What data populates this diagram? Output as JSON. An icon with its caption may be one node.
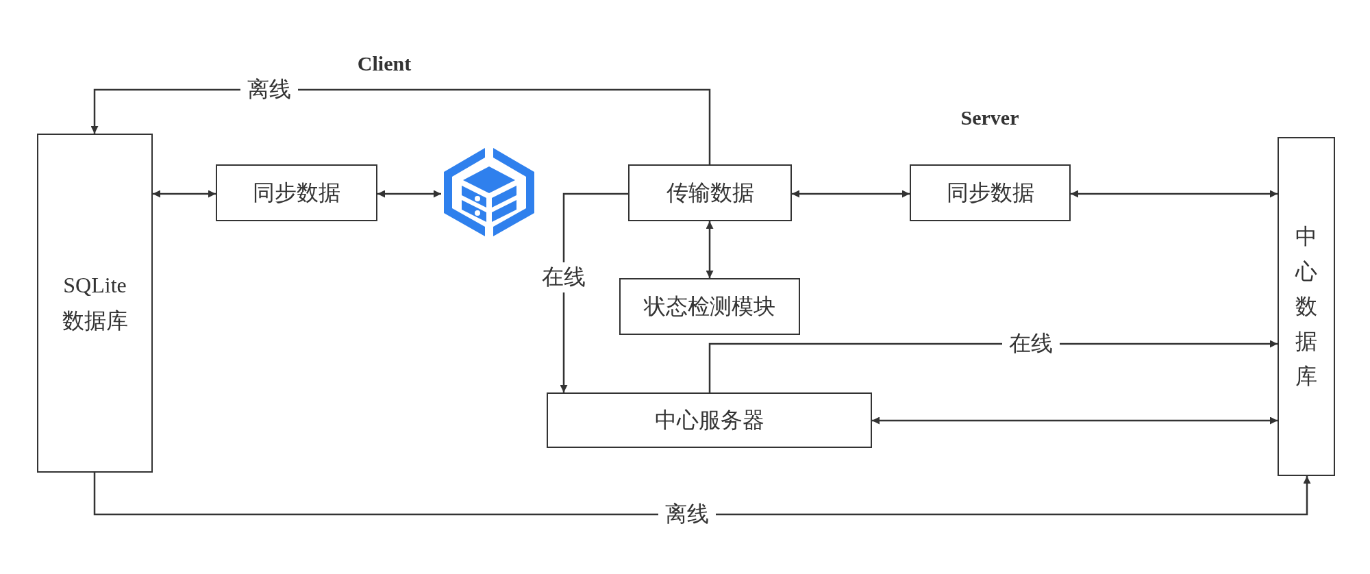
{
  "diagram": {
    "nodes": [
      {
        "text": [
          "SQLite 数据库"
        ]
      },
      {
        "text": [
          "同步数据"
        ]
      },
      {
        "text": [],
        "shape": "picture"
      },
      {
        "text": [
          "传输数据"
        ]
      },
      {
        "text": [
          "同步数据"
        ]
      },
      {
        "text": [
          "中心数据库"
        ]
      },
      {
        "text": [
          "状态检测模块"
        ]
      },
      {
        "text": [
          "中心服务器"
        ]
      }
    ],
    "edges": [
      {
        "from": 0,
        "to": 1,
        "arrow": "both"
      },
      {
        "from": 1,
        "to": 2,
        "arrow": "both"
      },
      {
        "from": 3,
        "to": 4,
        "arrow": "both"
      },
      {
        "from": 4,
        "to": 5,
        "arrow": "both"
      },
      {
        "from": 3,
        "to": 6,
        "arrow": "both"
      },
      {
        "from": 3,
        "to": 0,
        "arrow": "to",
        "label": "离线"
      },
      {
        "from": 3,
        "to": 7,
        "arrow": "to",
        "label": "在线"
      },
      {
        "from": 7,
        "to": 5,
        "arrow": "to",
        "label": "在线"
      },
      {
        "from": 7,
        "to": 5,
        "arrow": "both"
      },
      {
        "from": 0,
        "to": 5,
        "arrow": "to",
        "label": "离线"
      }
    ],
    "labels": [
      "Client",
      "Server"
    ]
  }
}
